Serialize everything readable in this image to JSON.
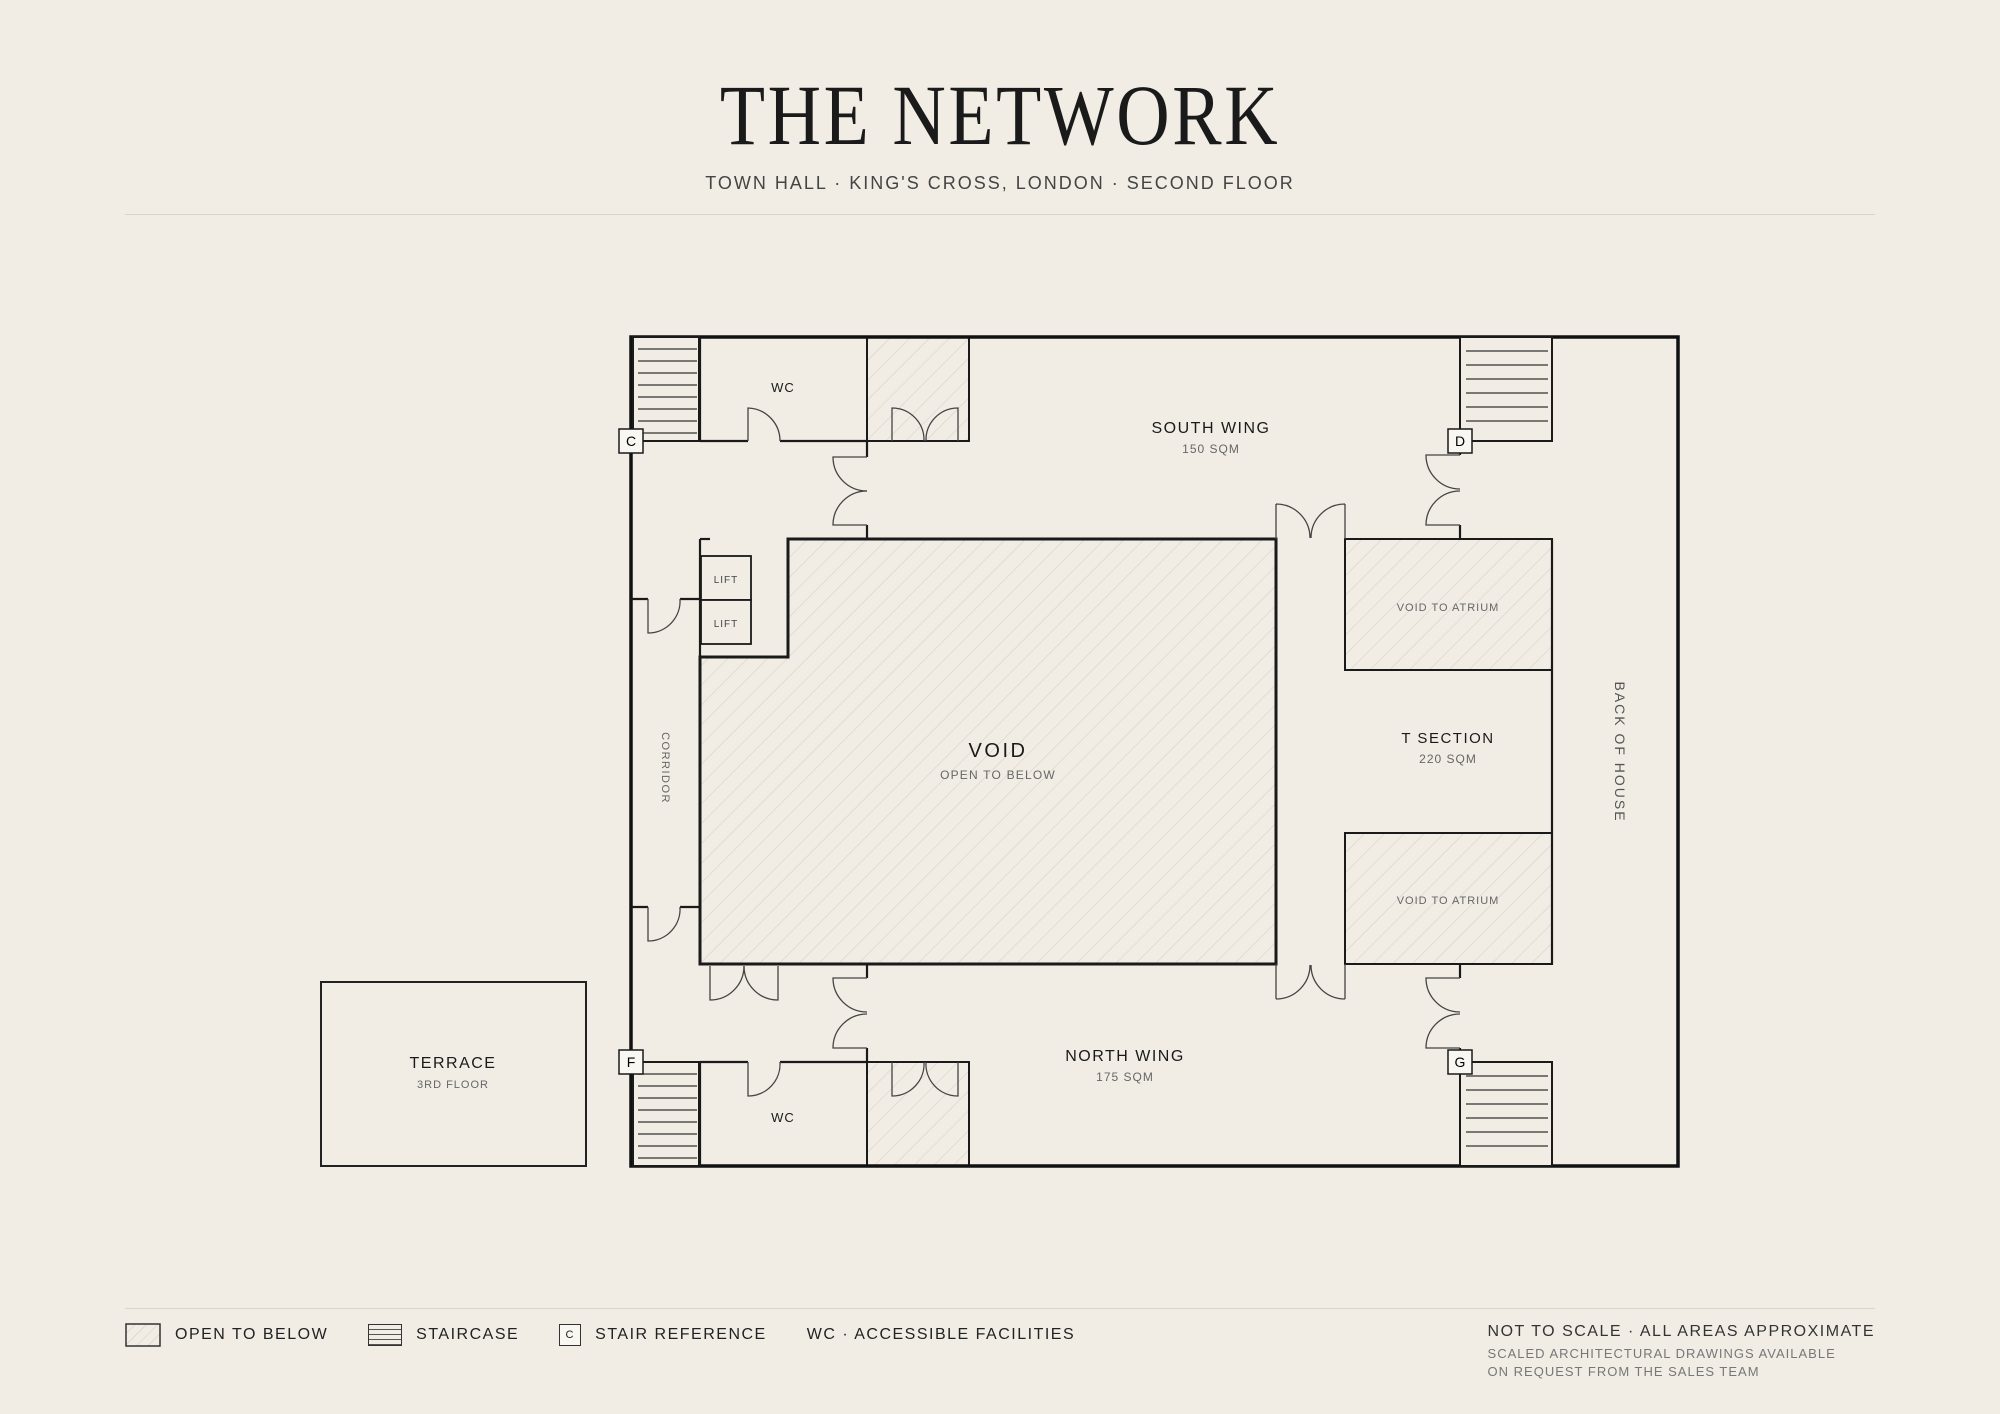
{
  "header": {
    "title": "THE NETWORK",
    "subtitle": "TOWN HALL · KING'S CROSS, LONDON · SECOND FLOOR"
  },
  "rooms": {
    "south_wing": {
      "name": "SOUTH WING",
      "area": "150 SQM"
    },
    "north_wing": {
      "name": "NORTH WING",
      "area": "175 SQM"
    },
    "t_section": {
      "name": "T SECTION",
      "area": "220 SQM"
    },
    "void": {
      "name": "VOID",
      "note": "OPEN TO BELOW"
    },
    "terrace": {
      "name": "TERRACE",
      "note": "3RD FLOOR"
    },
    "void_to_atrium_top": "VOID TO ATRIUM",
    "void_to_atrium_bottom": "VOID TO ATRIUM",
    "wc_top": "WC",
    "wc_bottom": "WC",
    "lift_1": "LIFT",
    "lift_2": "LIFT",
    "corridor": "CORRIDOR",
    "back_of_house": "BACK OF HOUSE"
  },
  "stair_refs": {
    "c": "C",
    "d": "D",
    "f": "F",
    "g": "G"
  },
  "legend": {
    "open_to_below": "OPEN TO BELOW",
    "staircase": "STAIRCASE",
    "stair_ref_symbol": "C",
    "stair_reference": "STAIR REFERENCE",
    "wc": "WC · ACCESSIBLE FACILITIES"
  },
  "notes": {
    "scale": "NOT TO SCALE · ALL AREAS APPROXIMATE",
    "line1": "SCALED ARCHITECTURAL DRAWINGS AVAILABLE",
    "line2": "ON REQUEST FROM THE SALES TEAM"
  },
  "colors": {
    "background": "#f1ede5",
    "ink": "#1a1a1a",
    "hatch": "#d6d0c5"
  }
}
